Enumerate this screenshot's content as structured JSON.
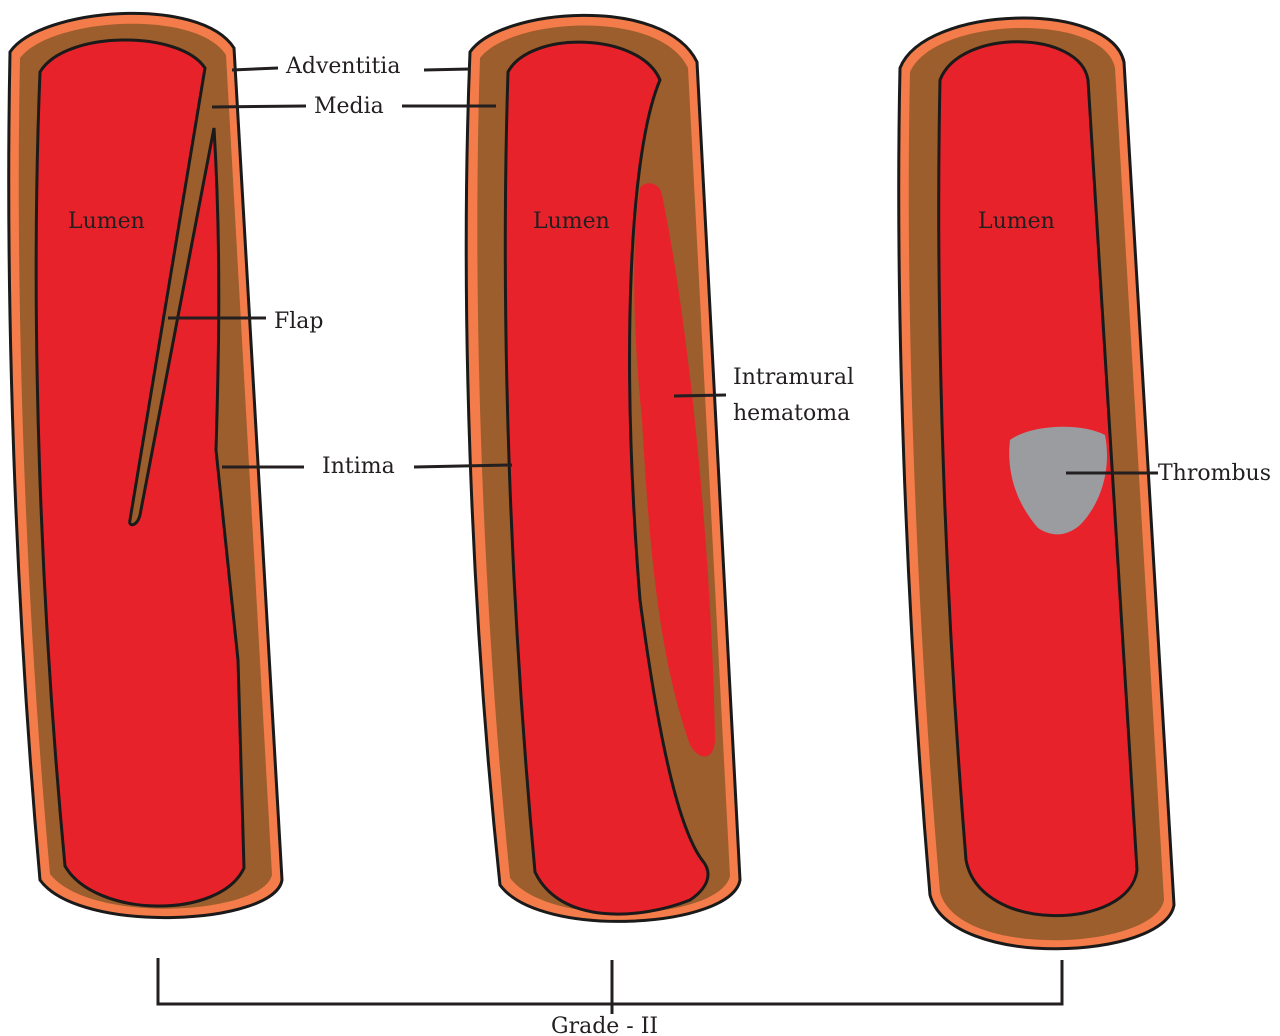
{
  "colors": {
    "adventitia": "#f47c4a",
    "media": "#9c5e2c",
    "lumen": "#e8222a",
    "thrombus": "#9b9ca0",
    "line": "#231f20"
  },
  "vessels": [
    {
      "lumen_label": "Lumen",
      "feature": "flap"
    },
    {
      "lumen_label": "Lumen",
      "feature": "intramural-hematoma"
    },
    {
      "lumen_label": "Lumen",
      "feature": "thrombus"
    }
  ],
  "labels": {
    "adventitia": "Adventitia",
    "media": "Media",
    "flap": "Flap",
    "intima": "Intima",
    "hematoma_line1": "Intramural",
    "hematoma_line2": "hematoma",
    "thrombus": "Thrombus"
  },
  "grade": "Grade - II"
}
